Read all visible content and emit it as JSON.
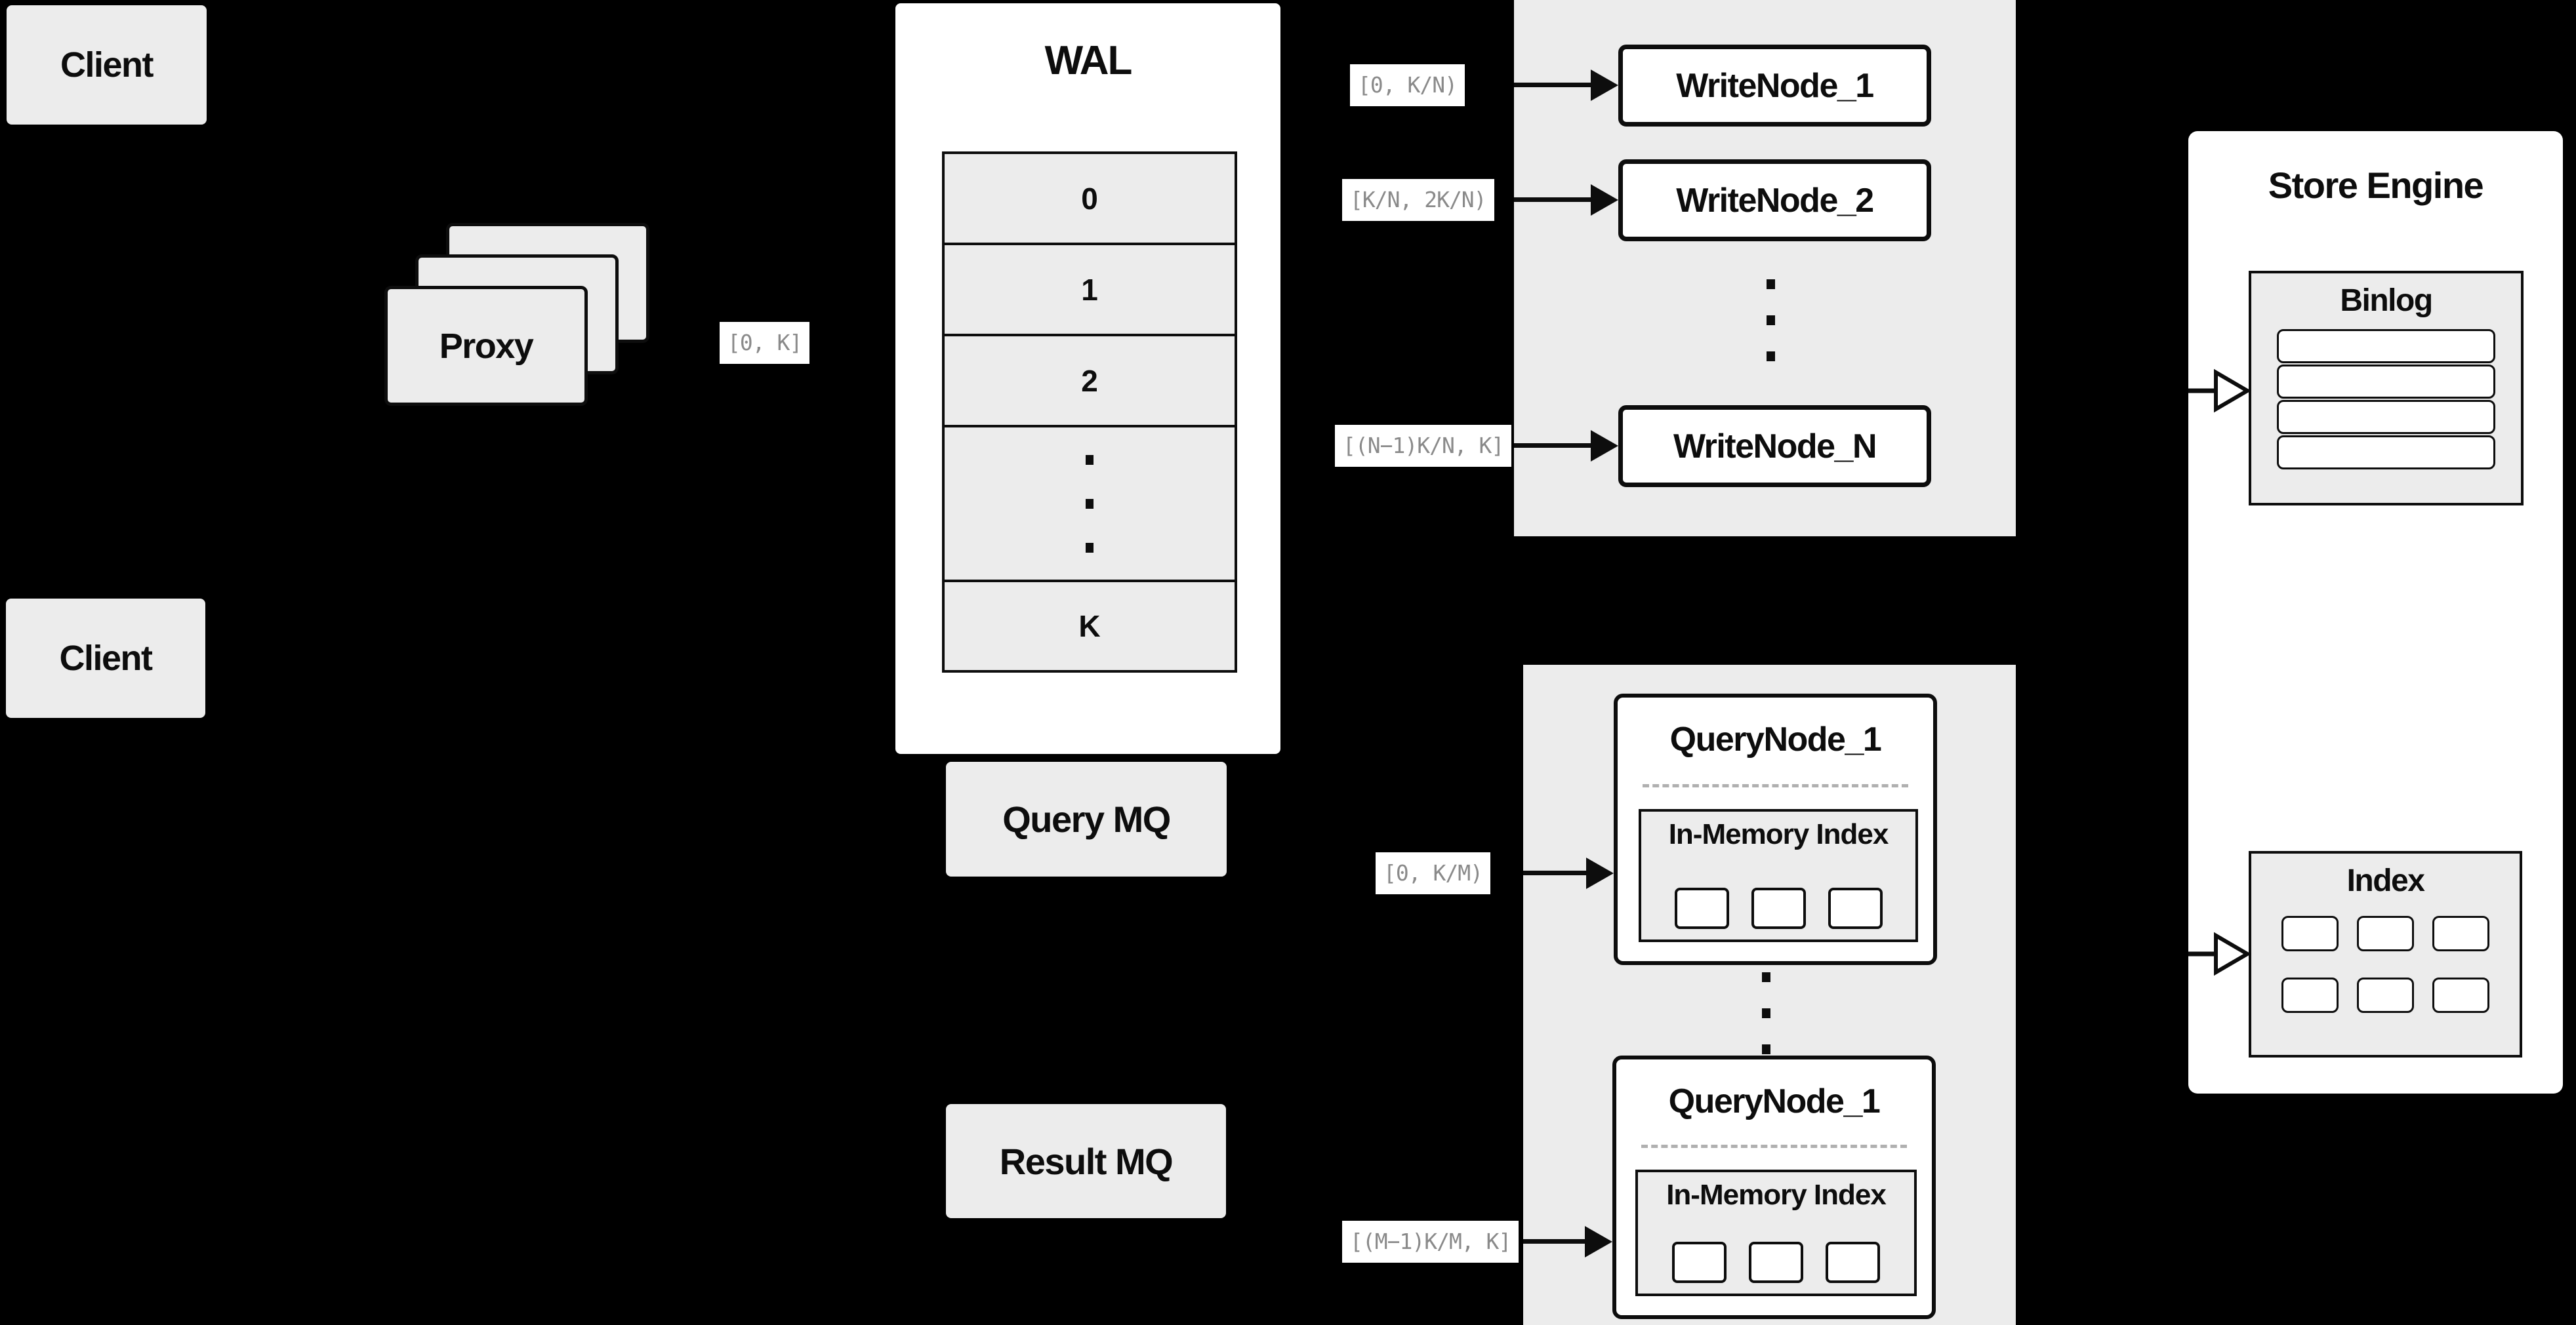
{
  "diagram": {
    "clients": {
      "top": "Client",
      "bottom": "Client"
    },
    "proxy": {
      "label": "Proxy"
    },
    "wal": {
      "title": "WAL",
      "rows": [
        "0",
        "1",
        "2"
      ],
      "ellipsis": "...",
      "last_row": "K"
    },
    "range_labels": {
      "proxy_to_wal": "[0, K]",
      "wal_to_write1": "[0, K/N)",
      "wal_to_write2": "[K/N, 2K/N)",
      "wal_to_writeN": "[(N−1)K/N, K]",
      "mq_to_query_top": "[0, K/M)",
      "mq_to_query_bottom": "[(M−1)K/M, K]"
    },
    "write_nodes": {
      "node_1": "WriteNode_1",
      "node_2": "WriteNode_2",
      "node_n": "WriteNode_N",
      "ellipsis": "..."
    },
    "store_engine": {
      "title": "Store Engine",
      "binlog": "Binlog",
      "binlog_segment_count": 4,
      "index": "Index",
      "index_segment_count": 6
    },
    "mq": {
      "query": "Query MQ",
      "result": "Result MQ"
    },
    "query_nodes": {
      "top_title": "QueryNode_1",
      "bottom_title": "QueryNode_1",
      "in_memory_label": "In-Memory Index",
      "segment_count": 3,
      "ellipsis": "..."
    },
    "colors": {
      "background": "#000000",
      "panel_gray": "#ececec",
      "box_white": "#ffffff",
      "line_black": "#0d0d0d",
      "range_text_gray": "#8a8a8a"
    }
  }
}
